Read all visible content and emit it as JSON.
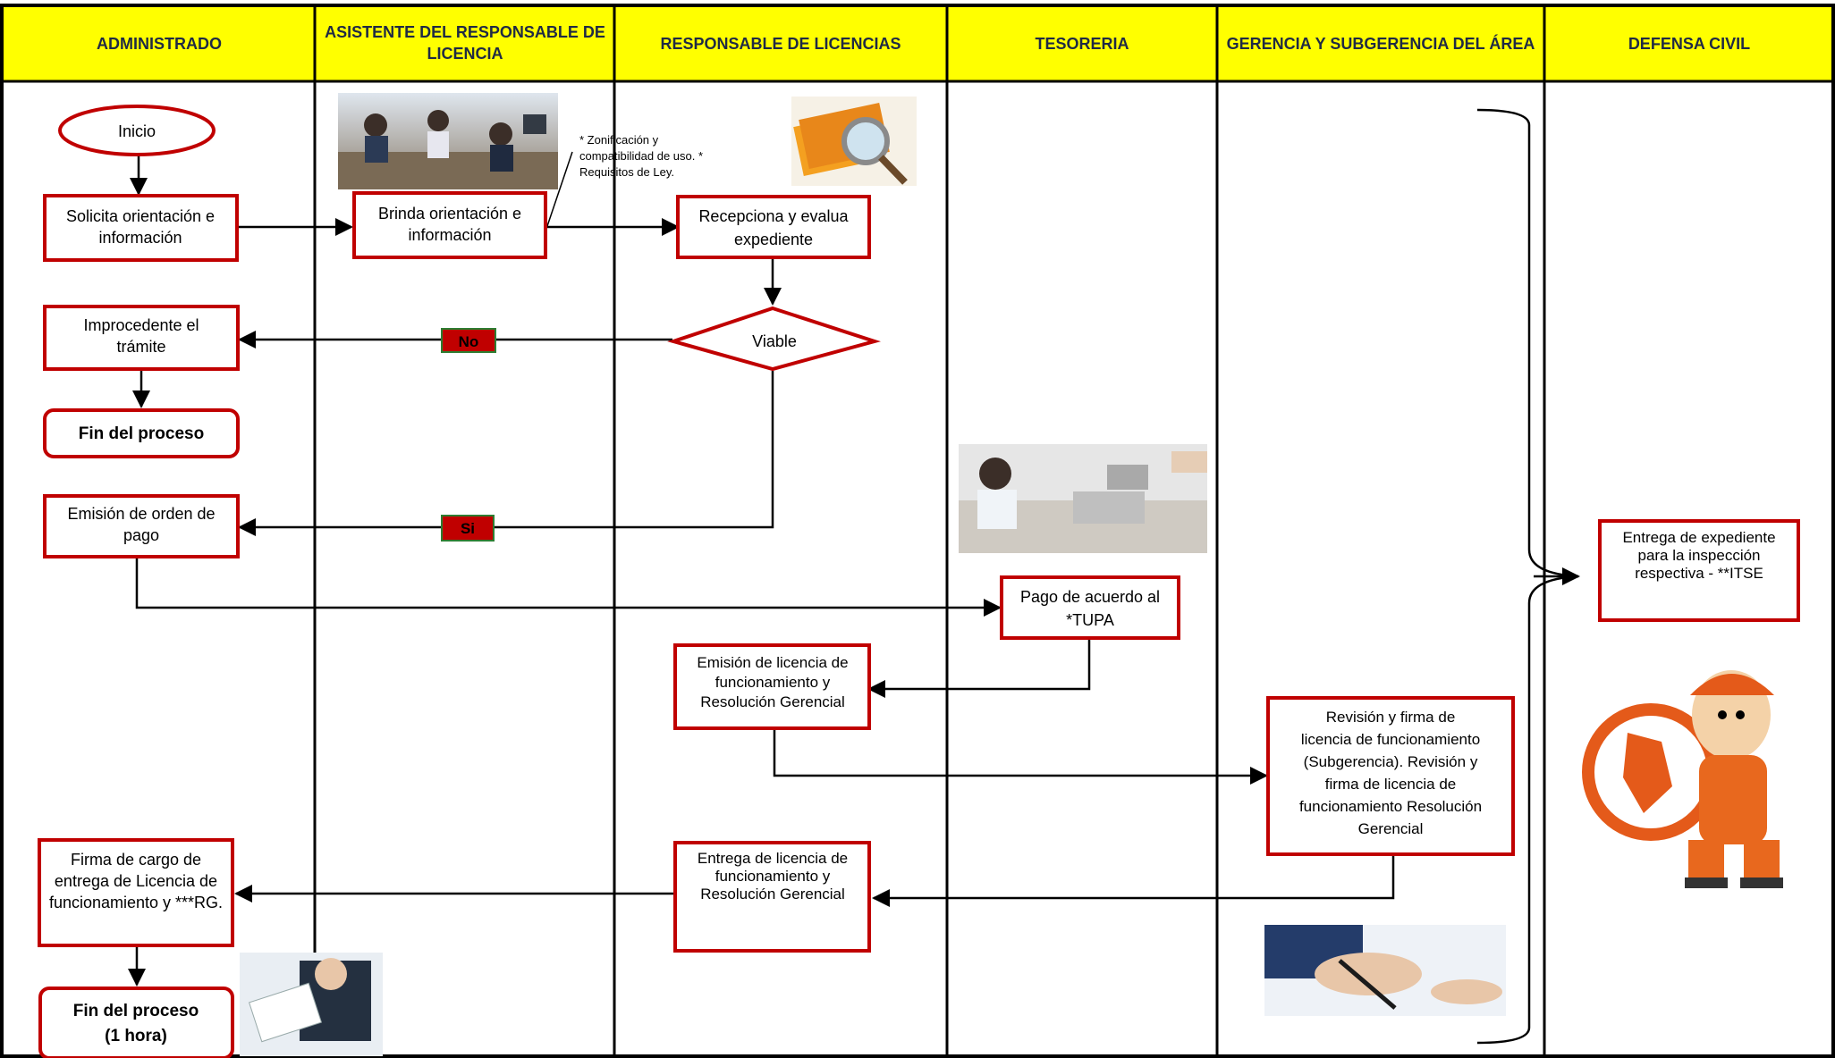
{
  "top_strip": "",
  "lanes": [
    {
      "id": "administrado",
      "title": "ADMINISTRADO"
    },
    {
      "id": "asistente",
      "title": "ASISTENTE DEL RESPONSABLE DE LICENCIA"
    },
    {
      "id": "responsable",
      "title": "RESPONSABLE DE LICENCIAS"
    },
    {
      "id": "tesoreria",
      "title": "TESORERIA"
    },
    {
      "id": "gerencia",
      "title": "GERENCIA Y SUBGERENCIA DEL ÁREA"
    },
    {
      "id": "defensa",
      "title": "DEFENSA CIVIL"
    }
  ],
  "nodes": {
    "inicio": "Inicio",
    "solicita": "Solicita orientación e información",
    "brinda": "Brinda orientación e información",
    "recepciona": "Recepciona y evalua expediente",
    "viable": "Viable",
    "improcedente": "Improcedente el trámite",
    "fin1": "Fin del proceso",
    "emision_orden": "Emisión de orden de pago",
    "pago": "Pago de acuerdo al *TUPA",
    "emision_licencia": "Emisión de licencia de funcionamiento y Resolución Gerencial",
    "revision": "Revisión y firma de licencia de funcionamiento (Subgerencia). Revisión y firma de licencia de funcionamiento  Resolución Gerencial",
    "entrega_licencia": "Entrega de licencia de funcionamiento y Resolución Gerencial",
    "firma_cargo": "Firma de cargo de entrega de Licencia de funcionamiento y ***RG.",
    "fin2": "Fin del proceso (1 hora)",
    "entrega_expediente": "Entrega de expediente para la inspección respectiva - **ITSE"
  },
  "labels": {
    "no": "No",
    "si": "Si",
    "note": "* Zonificación y compatibilidad de uso. * Requisitos de Ley."
  },
  "images": [
    {
      "name": "office-counter-photo",
      "subject": "office service counter"
    },
    {
      "name": "folder-magnifier-image",
      "subject": "folder with magnifying glass"
    },
    {
      "name": "cashier-photo",
      "subject": "cashier counting money"
    },
    {
      "name": "signing-hand-photo",
      "subject": "hand signing document"
    },
    {
      "name": "handing-document-photo",
      "subject": "person handing document"
    },
    {
      "name": "defensa-civil-mascot",
      "subject": "Defensa Civil mascot"
    }
  ],
  "colors": {
    "header_fill": "#ffff00",
    "node_border": "#c00000",
    "label_fill": "#c00000",
    "label_border": "#2e7d32",
    "lane_line": "#000000"
  }
}
